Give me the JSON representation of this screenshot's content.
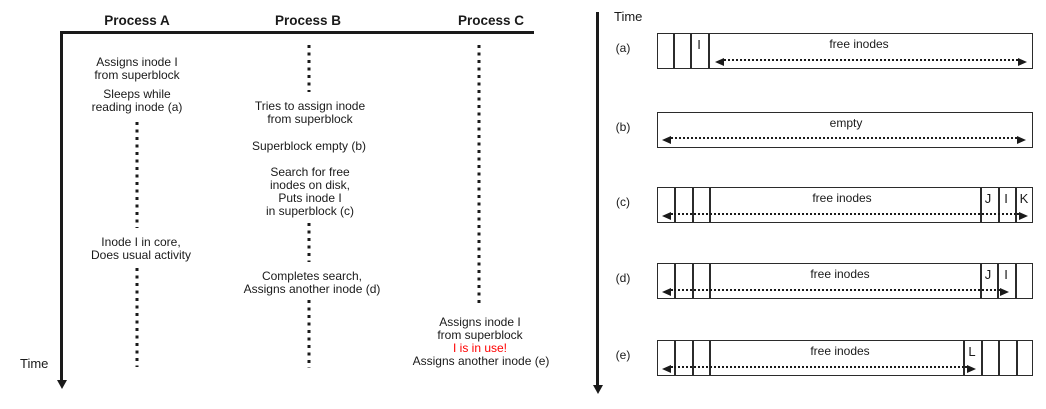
{
  "figure": {
    "colors": {
      "ink": "#1a1a1a",
      "warning": "#ff0000",
      "box_border": "#2b2b2b"
    },
    "left": {
      "time_label": "Time",
      "columns": [
        {
          "header": "Process A"
        },
        {
          "header": "Process B"
        },
        {
          "header": "Process C"
        }
      ],
      "process_a": {
        "event1": "Assigns inode I\nfrom superblock",
        "event2": "Sleeps while\nreading inode (a)",
        "event3": "Inode I in core,\nDoes usual activity"
      },
      "process_b": {
        "event1": "Tries to assign inode\nfrom superblock",
        "event2": "Superblock empty (b)",
        "event3": "Search for free\ninodes on disk,\nPuts inode I\nin superblock (c)",
        "event4": "Completes search,\nAssigns another inode (d)"
      },
      "process_c": {
        "event1": "Assigns inode I\nfrom superblock",
        "warning": "I is in use!",
        "event2": "Assigns another inode (e)"
      }
    },
    "right": {
      "time_label": "Time",
      "rows": [
        {
          "label": "(a)",
          "caption": "free inodes",
          "letters": [
            "I"
          ]
        },
        {
          "label": "(b)",
          "caption": "empty",
          "letters": []
        },
        {
          "label": "(c)",
          "caption": "free inodes",
          "letters": [
            "J",
            "I",
            "K"
          ]
        },
        {
          "label": "(d)",
          "caption": "free inodes",
          "letters": [
            "J",
            "I"
          ]
        },
        {
          "label": "(e)",
          "caption": "free inodes",
          "letters": [
            "L"
          ]
        }
      ]
    }
  }
}
